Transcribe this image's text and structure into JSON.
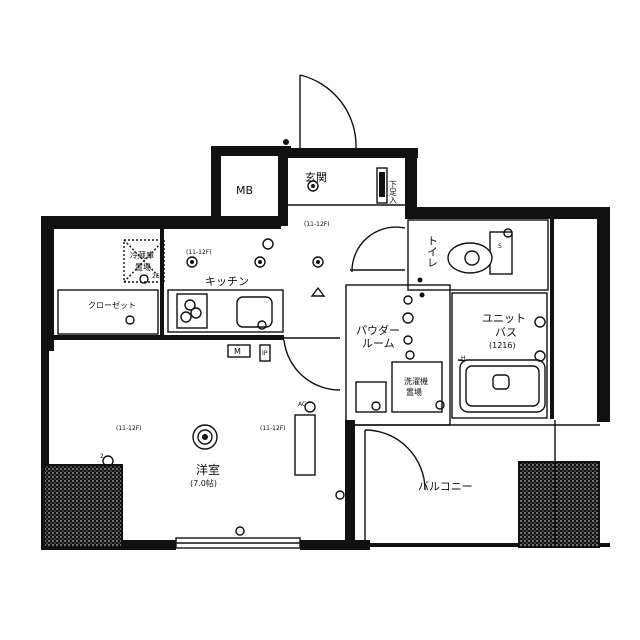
{
  "rooms": {
    "mb": "MB",
    "entrance": "玄関",
    "shoe_box": "下足入",
    "fridge_space": [
      "冷蔵庫",
      "置場"
    ],
    "kitchen": "キッチン",
    "toilet": "トイレ",
    "closet": "クローゼット",
    "powder_room": [
      "パウダー",
      "ルーム"
    ],
    "unit_bath": [
      "ユニット",
      "バス",
      "(1216)"
    ],
    "laundry": [
      "洗濯機",
      "置場"
    ],
    "western_room": "洋室",
    "western_room_size": "(7.0帖)",
    "balcony": "バルコニー"
  },
  "ceiling_height_notes": [
    "(11-12F)",
    "(11-12F)",
    "(11-12F)",
    "(11-12F)"
  ],
  "symbols": {
    "meter_box": "M",
    "ac_outlet": "AC",
    "panel": "IP",
    "sink": "S",
    "hot_water": "H",
    "drain_2e": "2E",
    "outlet_2": "2"
  },
  "colors": {
    "ink": "#111111",
    "paper": "#ffffff"
  }
}
